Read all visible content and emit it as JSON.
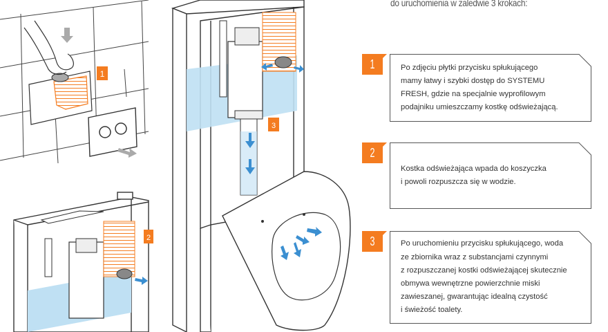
{
  "header": {
    "text": "do uruchomienia w zaledwie 3 krokach:"
  },
  "steps": [
    {
      "number": "1",
      "text": "Po zdjęciu płytki przycisku spłukującego\nmamy łatwy i szybki dostęp do SYSTEMU\nFRESH, gdzie na specjalnie wyprofilowym\npodajniku umieszczamy kostkę odświeżającą."
    },
    {
      "number": "2",
      "text": "Kostka odświeżająca wpada do koszyczka\ni powoli rozpuszcza się w wodzie."
    },
    {
      "number": "3",
      "text": "Po uruchomieniu przycisku spłukującego, woda\nze zbiornika wraz z substancjami czynnymi\nz rozpuszczanej kostki odświeżającej skutecznie\nobmywa wewnętrzne powierzchnie miski\nzawieszanej, gwarantując idealną czystość\ni świeżość toalety."
    }
  ],
  "illustration_labels": {
    "step1": "1",
    "step2": "2",
    "step3": "3"
  },
  "colors": {
    "accent": "#f47c20",
    "water": "#bfe0f3",
    "arrow": "#3b8fd1",
    "line": "#333333",
    "callout_border": "#555555"
  },
  "icons": [
    "hand-icon",
    "down-arrow-icon",
    "flush-plate-icon",
    "water-arrow-icon",
    "toilet-bowl-icon",
    "cistern-frame-icon"
  ]
}
